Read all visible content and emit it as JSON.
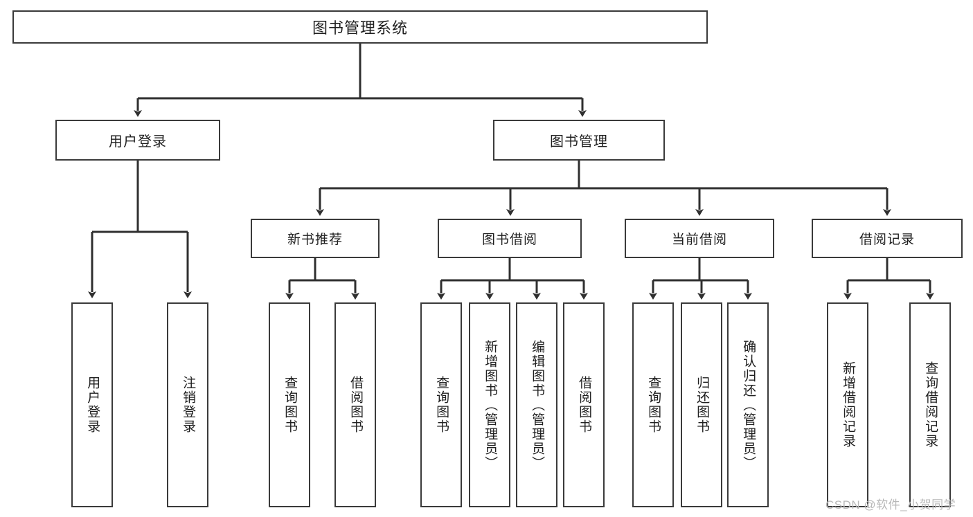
{
  "diagram": {
    "title": "图书管理系统",
    "type": "tree",
    "theme": {
      "stroke": "#3a3a3a",
      "fill": "#ffffff",
      "text": "#1f1f1f",
      "watermark_color": "#b8b8b8"
    },
    "root": {
      "label": "图书管理系统"
    },
    "level2": [
      {
        "label": "用户登录"
      },
      {
        "label": "图书管理"
      }
    ],
    "level3": [
      {
        "label": "新书推荐"
      },
      {
        "label": "图书借阅"
      },
      {
        "label": "当前借阅"
      },
      {
        "label": "借阅记录"
      }
    ],
    "leaves": {
      "user_login": [
        {
          "label": "用户登录"
        },
        {
          "label": "注销登录"
        }
      ],
      "new_book_recommend": [
        {
          "label": "查询图书"
        },
        {
          "label": "借阅图书"
        }
      ],
      "book_borrow": [
        {
          "label": "查询图书"
        },
        {
          "label": "新增图书（管理员）"
        },
        {
          "label": "编辑图书（管理员）"
        },
        {
          "label": "借阅图书"
        }
      ],
      "current_borrow": [
        {
          "label": "查询图书"
        },
        {
          "label": "归还图书"
        },
        {
          "label": "确认归还（管理员）"
        }
      ],
      "borrow_record": [
        {
          "label": "新增借阅记录"
        },
        {
          "label": "查询借阅记录"
        }
      ]
    }
  },
  "watermark": {
    "text": "CSDN @软件_小贺同学"
  }
}
